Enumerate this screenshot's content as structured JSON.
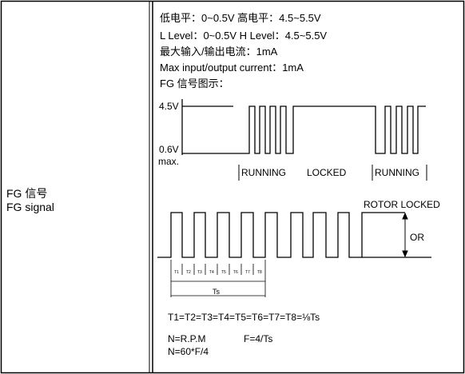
{
  "row": {
    "label_cn": "FG 信号",
    "label_en": "FG signal"
  },
  "spec": {
    "line1": "低电平：0~0.5V  高电平：4.5~5.5V",
    "line2": "L Level：0~0.5V H Level：4.5~5.5V",
    "line3": "最大输入/输出电流：1mA",
    "line4": "Max input/output current：1mA",
    "line5": "FG 信号图示："
  },
  "diagram1": {
    "high_label": "4.5V",
    "low_label": "0.6V",
    "low_max": "max.",
    "phase_running_1": "RUNNING",
    "phase_locked": "LOCKED",
    "phase_running_2": "RUNNING"
  },
  "diagram2": {
    "rotor_label": "ROTOR  LOCKED",
    "or_label": "OR",
    "periods": [
      "T1",
      "T2",
      "T3",
      "T4",
      "T5",
      "T6",
      "T7",
      "T8"
    ],
    "ts_label": "Ts",
    "formula_main": "T1=T2=T3=T4=T5=T6=T7=T8=",
    "formula_frac": "⅛Ts",
    "rpm_label": "N=R.P.M",
    "f_label": "F=4/Ts",
    "n_formula": "N=60*F/4"
  }
}
